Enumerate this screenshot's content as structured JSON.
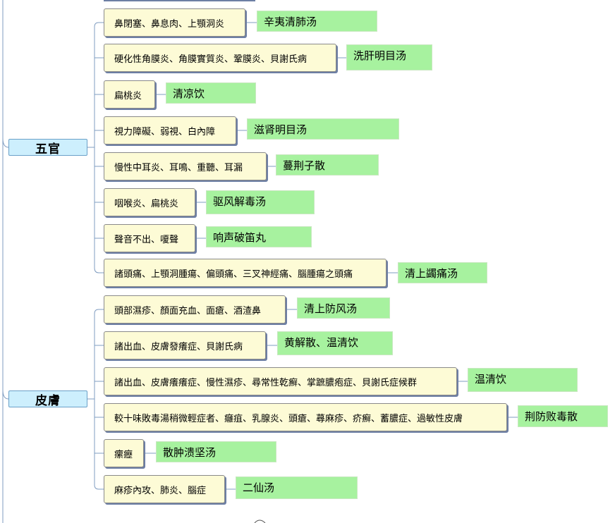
{
  "categories": [
    {
      "label": "五官",
      "items": [
        {
          "symptom": "鼻閉塞、鼻息肉、上顎洞炎",
          "remedy": "辛夷清肺汤"
        },
        {
          "symptom": "硬化性角膜炎、角膜實質炎、鞏膜炎、貝謝氏病",
          "remedy": "洗肝明目汤"
        },
        {
          "symptom": "扁桃炎",
          "remedy": "清凉饮"
        },
        {
          "symptom": "視力障礙、弱視、白內障",
          "remedy": "滋肾明目汤"
        },
        {
          "symptom": "慢性中耳炎、耳鳴、重聽、耳漏",
          "remedy": "蔓荆子散"
        },
        {
          "symptom": "咽喉炎、扁桃炎",
          "remedy": "驱风解毒汤"
        },
        {
          "symptom": "聲音不出、嗄聲",
          "remedy": "响声破笛丸"
        },
        {
          "symptom": "諸頭痛、上顎洞腫瘍、偏頭痛、三叉神經痛、腦腫瘍之頭痛",
          "remedy": "清上蠲痛汤"
        }
      ]
    },
    {
      "label": "皮膚",
      "items": [
        {
          "symptom": "頭部濕疹、顏面充血、面瘡、酒渣鼻",
          "remedy": "清上防风汤"
        },
        {
          "symptom": "諸出血、皮膚發癢症、貝謝氏病",
          "remedy": "黄解散、温清饮"
        },
        {
          "symptom": "諸出血、皮膚癢癢症、慢性濕疹、尋常性乾癬、掌蹠膿疱症、貝謝氏症候群",
          "remedy": "温清饮"
        },
        {
          "symptom": "較十味敗毒湯稍微輕症者、癰疽、乳腺炎、頭瘡、蕁麻疹、疥癬、蓄膿症、過敏性皮膚",
          "remedy": "荆防败毒散"
        },
        {
          "symptom": "瘰癧",
          "remedy": "散肿溃坚汤"
        },
        {
          "symptom": "麻疹內攻、肺炎、腦症",
          "remedy": "二仙汤"
        }
      ]
    }
  ]
}
